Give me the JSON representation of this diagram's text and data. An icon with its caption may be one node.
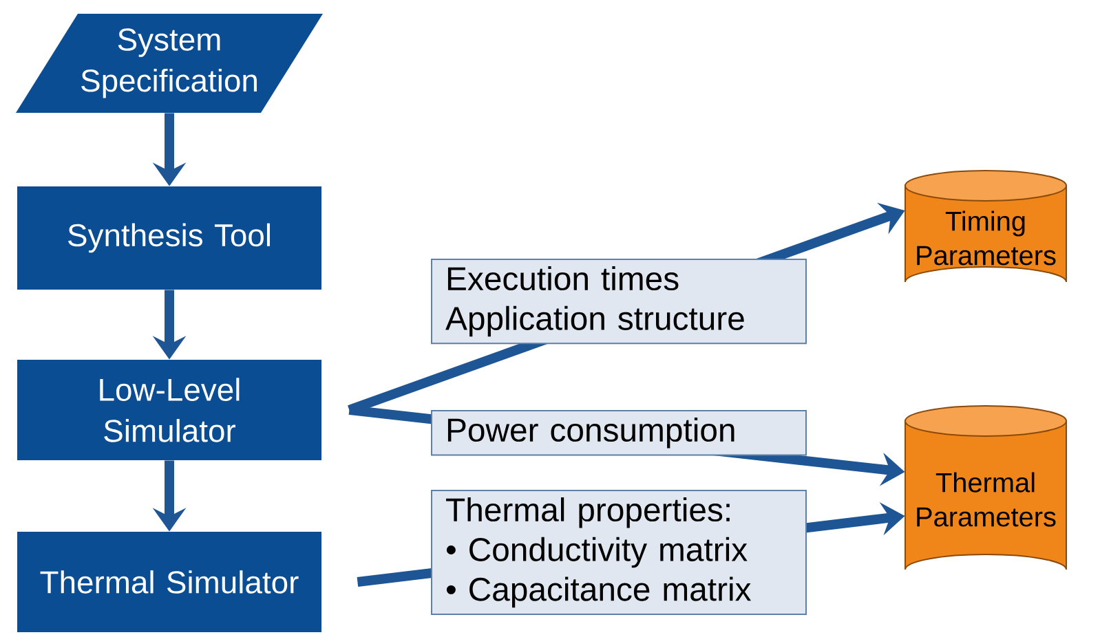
{
  "diagram": {
    "nodes": [
      {
        "text": [
          "System Specification"
        ]
      },
      {
        "text": [
          "Synthesis Tool"
        ]
      },
      {
        "text": [
          "Low-Level Simulator"
        ]
      },
      {
        "text": [
          "Thermal Simulator"
        ]
      },
      {
        "text": [
          "Timing Parameters"
        ]
      },
      {
        "text": [
          "Thermal Parameters"
        ]
      }
    ],
    "edges": [
      {
        "from": 0,
        "to": 1,
        "arrow": "to"
      },
      {
        "from": 1,
        "to": 2,
        "arrow": "to"
      },
      {
        "from": 2,
        "to": 3,
        "arrow": "to"
      },
      {
        "from": 2,
        "to": 4,
        "arrow": "to",
        "label": "Execution times Application structure"
      },
      {
        "from": 2,
        "to": 5,
        "arrow": "to",
        "label": "Power consumption"
      },
      {
        "from": 3,
        "to": 5,
        "arrow": "to",
        "label": "Thermal properties: • Conductivity matrix • Capacitance matrix"
      }
    ]
  }
}
